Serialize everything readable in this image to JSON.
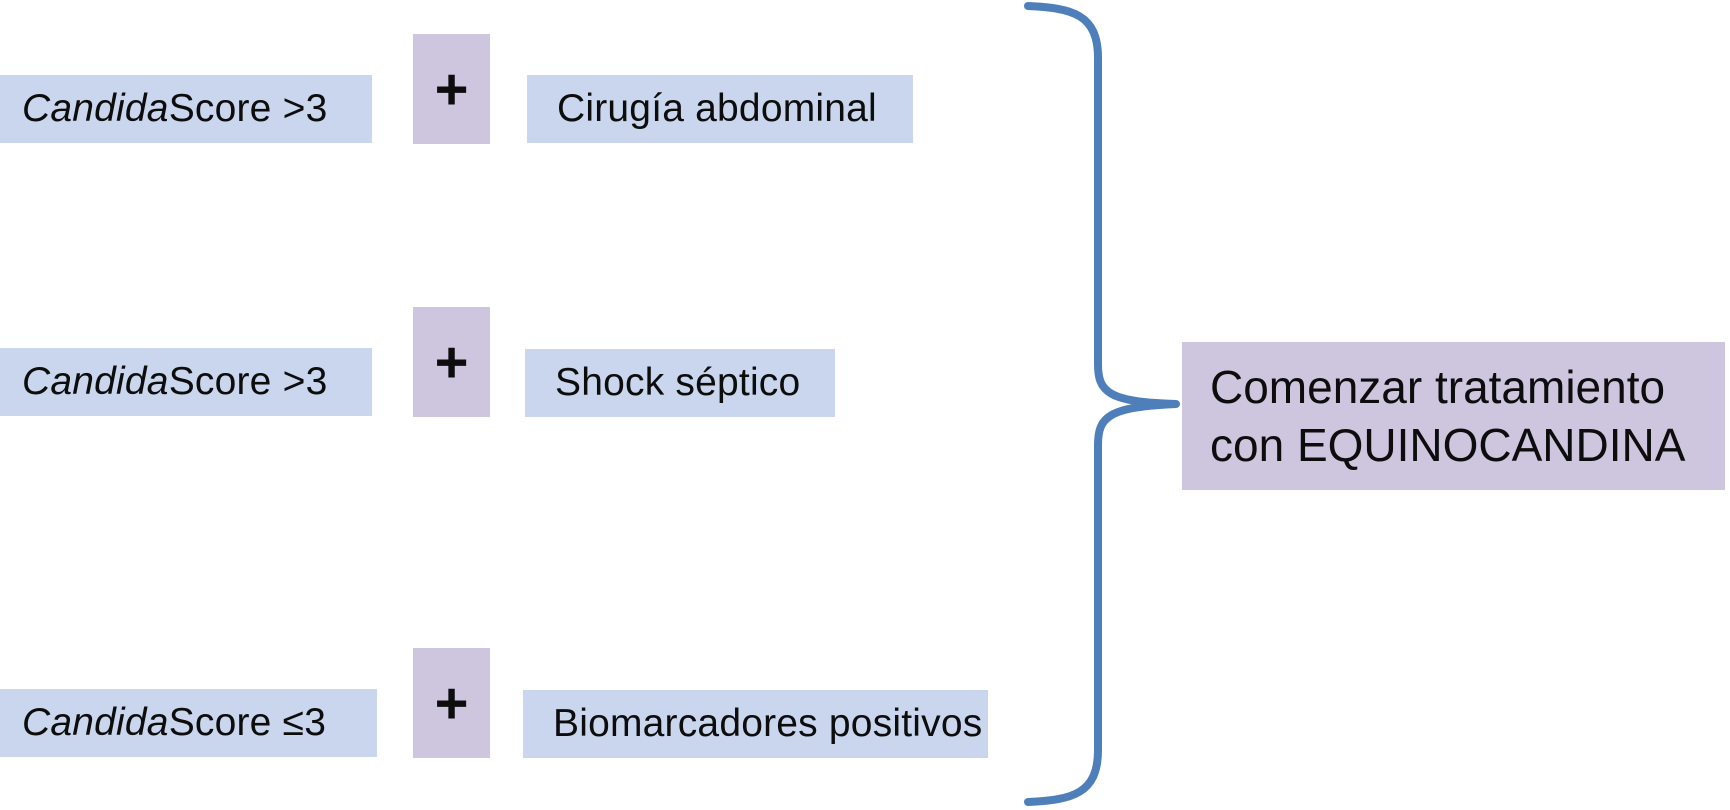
{
  "diagram": {
    "rows": [
      {
        "score_italic": "Candida",
        "score_rest": " Score >3",
        "operator": "+",
        "condition": "Cirugía abdominal"
      },
      {
        "score_italic": "Candida",
        "score_rest": " Score >3",
        "operator": "+",
        "condition": "Shock séptico"
      },
      {
        "score_italic": "Candida",
        "score_rest": " Score ≤3",
        "operator": "+",
        "condition": "Biomarcadores positivos"
      }
    ],
    "result": {
      "line1": "Comenzar tratamiento",
      "line2": "con EQUINOCANDINA"
    },
    "colors": {
      "box_blue": "#c9d6ed",
      "box_purple": "#cec5df",
      "brace": "#4e7fbb",
      "text": "#0d0d0d"
    }
  }
}
